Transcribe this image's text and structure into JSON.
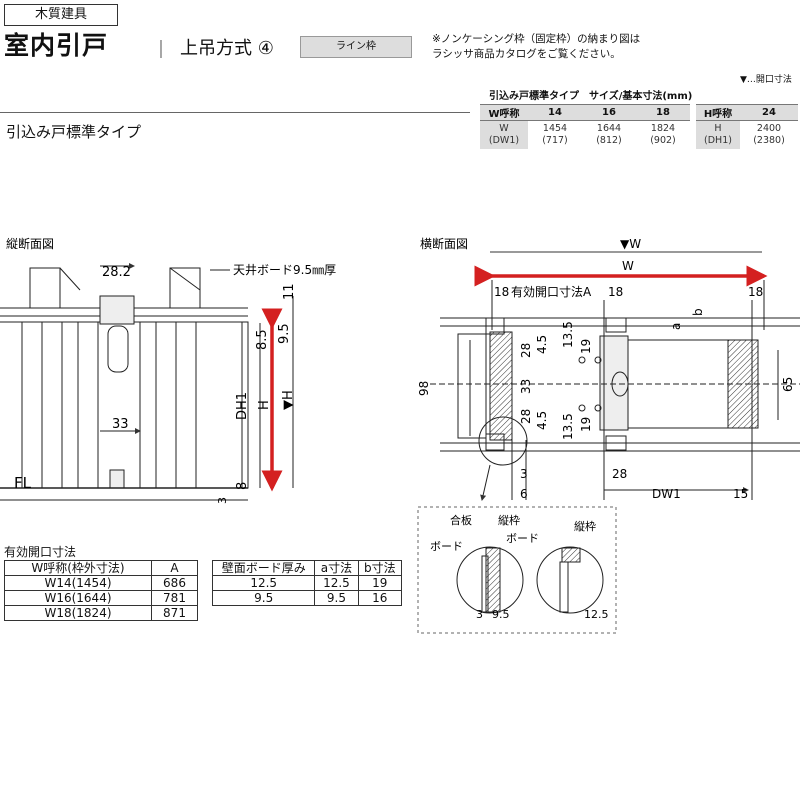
{
  "header": {
    "category_tag": "木質建具",
    "title": "室内引戸",
    "separator": "｜",
    "method": "上吊方式 ④",
    "pill": "ライン枠",
    "note": "※ノンケーシング枠（固定枠）の納まり図は\nラシッサ商品カタログをご覧ください。",
    "opening_legend": "▼…開口寸法",
    "subtitle": "引込み戸標準タイプ"
  },
  "size_table": {
    "caption": "引込み戸標準タイプ　サイズ/基本寸法(mm)",
    "w_header": "W呼称",
    "w_cols": [
      "14",
      "16",
      "18"
    ],
    "w_label": [
      "W",
      "(DW1)"
    ],
    "w_values": [
      [
        "1454",
        "(717)"
      ],
      [
        "1644",
        "(812)"
      ],
      [
        "1824",
        "(902)"
      ]
    ],
    "h_header": "H呼称",
    "h_cols": [
      "24"
    ],
    "h_label": [
      "H",
      "(DH1)"
    ],
    "h_values": [
      [
        "2400",
        "(2380)"
      ]
    ]
  },
  "vertical_section": {
    "title": "縦断面図",
    "ceiling_label": "天井ボード9.5㎜厚",
    "dims": {
      "top": "28.2",
      "d11": "11",
      "d85": "8.5",
      "d95": "9.5",
      "dh1": "DH1",
      "h": "H",
      "h_open": "▼H",
      "d33": "33",
      "d8": "8",
      "d3": "3",
      "fl": "FL"
    }
  },
  "horizontal_section": {
    "title": "横断面図",
    "w_open": "▼W",
    "w": "W",
    "opening_a": "有効開口寸法A",
    "dims": {
      "d18a": "18",
      "d18b": "18",
      "d18c": "18",
      "a": "a",
      "b": "b",
      "d135a": "13.5",
      "d19a": "19",
      "d28a": "28",
      "d45a": "4.5",
      "d33": "33",
      "d98": "98",
      "d28b": "28",
      "d45b": "4.5",
      "d135b": "13.5",
      "d19b": "19",
      "d65": "65",
      "d3": "3",
      "d28c": "28",
      "d6": "6",
      "dw1": "DW1",
      "d15": "15"
    }
  },
  "detail": {
    "left": {
      "plywood": "合板",
      "frame": "縦枠",
      "board": "ボード",
      "d3": "3",
      "d95": "9.5"
    },
    "right": {
      "board": "ボード",
      "frame": "縦枠",
      "d125": "12.5"
    }
  },
  "opening_table": {
    "caption": "有効開口寸法",
    "headers": [
      "W呼称(枠外寸法)",
      "A"
    ],
    "rows": [
      [
        "W14(1454)",
        "686"
      ],
      [
        "W16(1644)",
        "781"
      ],
      [
        "W18(1824)",
        "871"
      ]
    ]
  },
  "board_table": {
    "headers": [
      "壁面ボード厚み",
      "a寸法",
      "b寸法"
    ],
    "rows": [
      [
        "12.5",
        "12.5",
        "19"
      ],
      [
        "9.5",
        "9.5",
        "16"
      ]
    ]
  },
  "colors": {
    "accent_red": "#d42020",
    "table_header": "#dddddd"
  }
}
